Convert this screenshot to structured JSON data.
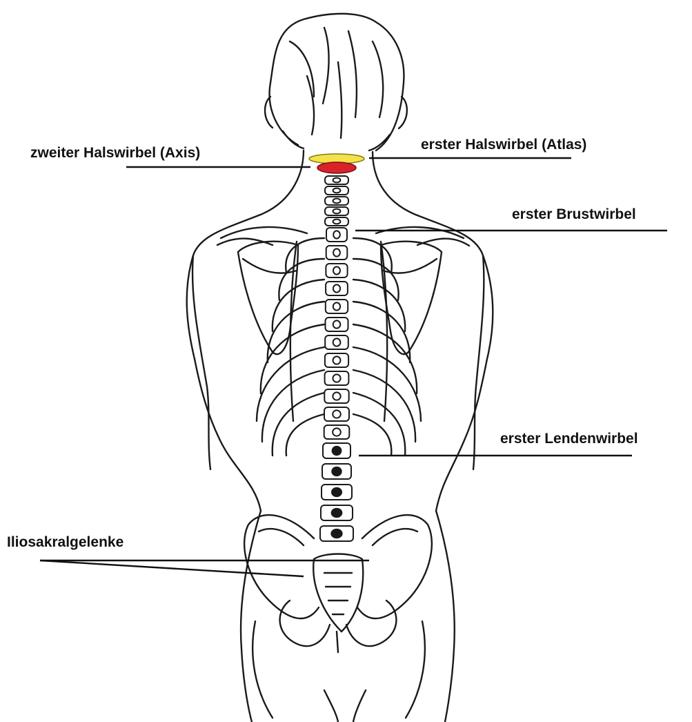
{
  "labels": {
    "axis": "zweiter Halswirbel (Axis)",
    "atlas": "erster Halswirbel (Atlas)",
    "first_thoracic": "erster Brustwirbel",
    "first_lumbar": "erster Lendenwirbel",
    "sacroiliac": "Iliosakralgelenke"
  },
  "colors": {
    "atlas": "#f3e24a",
    "axis": "#d9232a",
    "line": "#111111",
    "background": "#ffffff"
  }
}
